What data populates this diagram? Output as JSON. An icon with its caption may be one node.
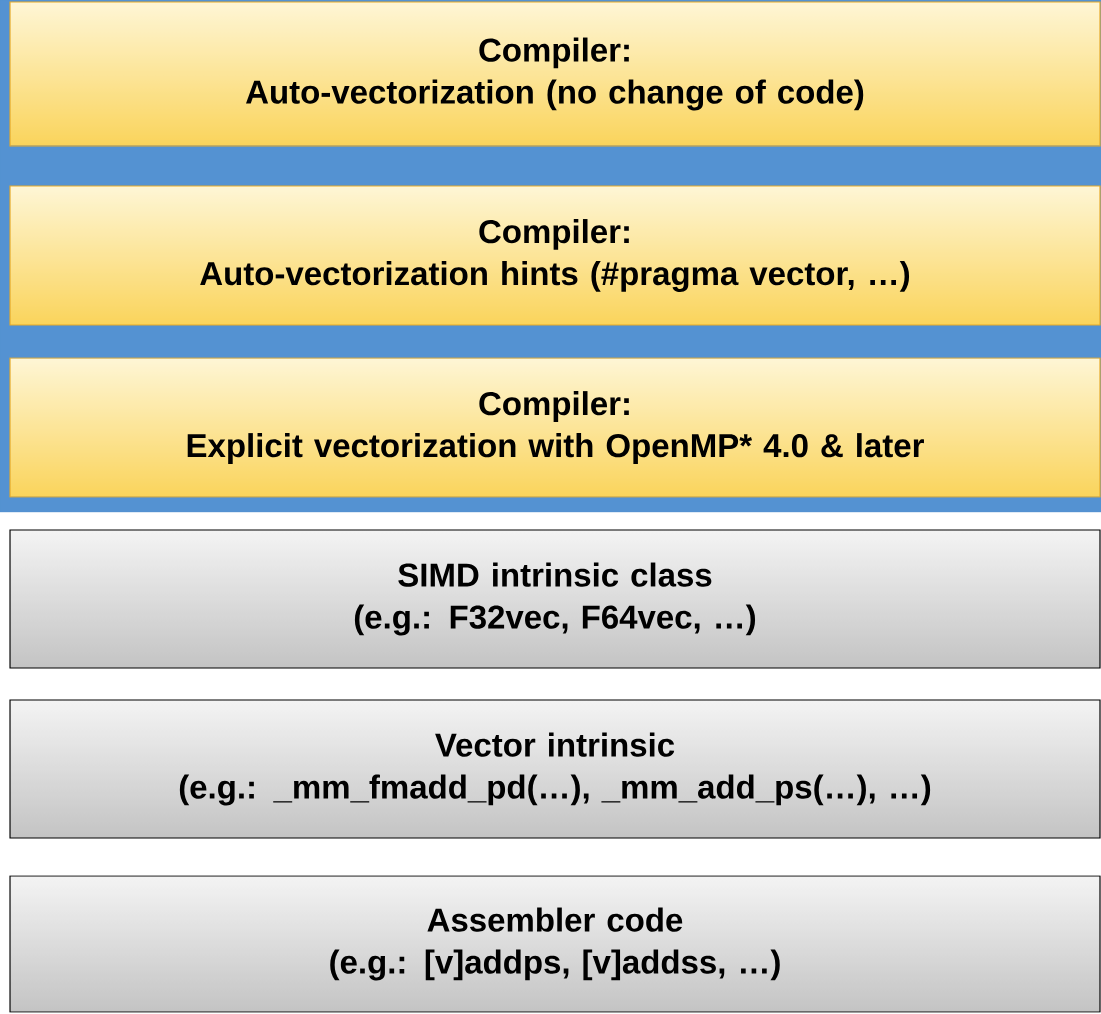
{
  "diagram": {
    "nodes": [
      {
        "text": [],
        "shape": "band"
      },
      {
        "text": [
          "Compiler:",
          "Auto-vectorization (no change of code)"
        ],
        "in": 0
      },
      {
        "text": [
          "Compiler:",
          "Auto-vectorization hints (#pragma vector, …)"
        ],
        "in": 0
      },
      {
        "text": [
          "Compiler:",
          "Explicit vectorization with OpenMP* 4.0 & later"
        ],
        "in": 0
      },
      {
        "text": [
          "SIMD intrinsic class",
          "(e.g.: F32vec, F64vec, …)"
        ]
      },
      {
        "text": [
          "Vector intrinsic",
          "(e.g.: _mm_fmadd_pd(…), _mm_add_ps(…), …)"
        ]
      },
      {
        "text": [
          "Assembler code",
          "(e.g.: [v]addps, [v]addss, …)"
        ]
      }
    ]
  }
}
